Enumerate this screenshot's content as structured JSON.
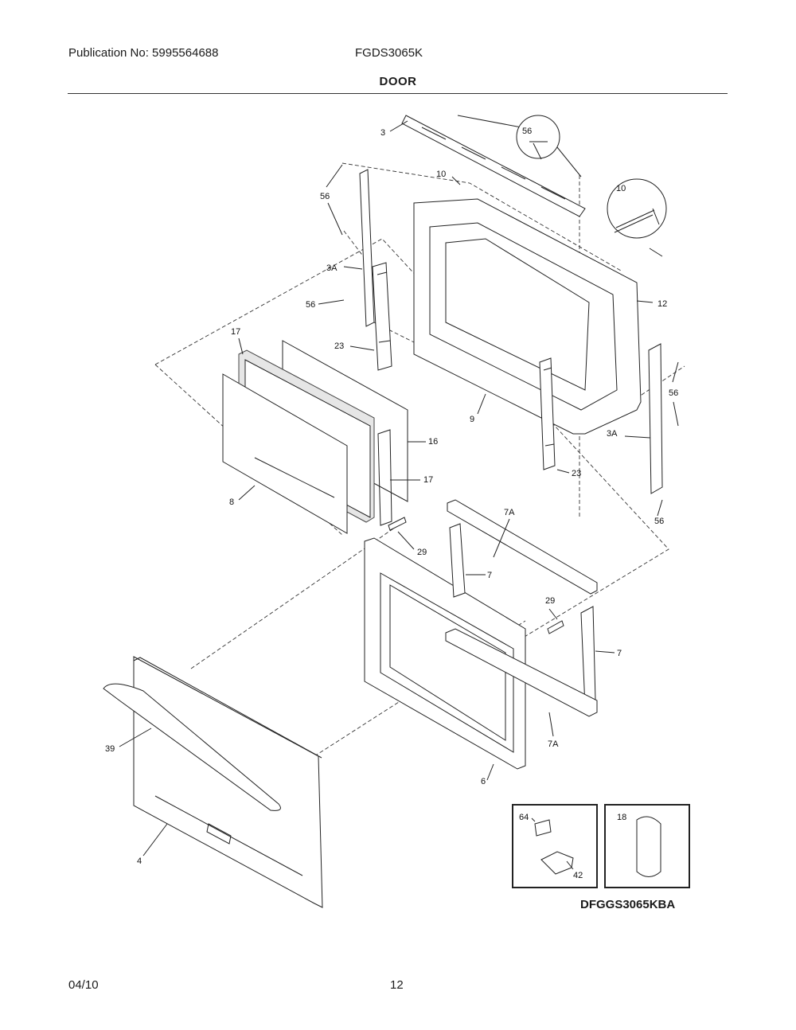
{
  "header": {
    "publication": "Publication No: 5995564688",
    "model": "FGDS3065K",
    "title": "DOOR"
  },
  "footer": {
    "date": "04/10",
    "page": "12"
  },
  "diagram_id": "DFGGS3065KBA",
  "callouts": {
    "c3": "3",
    "c56_circle": "56",
    "c10": "10",
    "c10_circle": "10",
    "c56_left_top": "56",
    "c3A_left": "3A",
    "c56_left_mid": "56",
    "c12": "12",
    "c17_top": "17",
    "c23_left": "23",
    "c56_right_top": "56",
    "c9": "9",
    "c3A_right": "3A",
    "c16": "16",
    "c17_bottom": "17",
    "c23_right": "23",
    "c8": "8",
    "c56_right_bottom": "56",
    "c7A_top": "7A",
    "c29_left": "29",
    "c7_top": "7",
    "c29_right": "29",
    "c7_right": "7",
    "c39": "39",
    "c7A_bottom": "7A",
    "c6": "6",
    "c4": "4",
    "c64": "64",
    "c42": "42",
    "c18": "18"
  }
}
